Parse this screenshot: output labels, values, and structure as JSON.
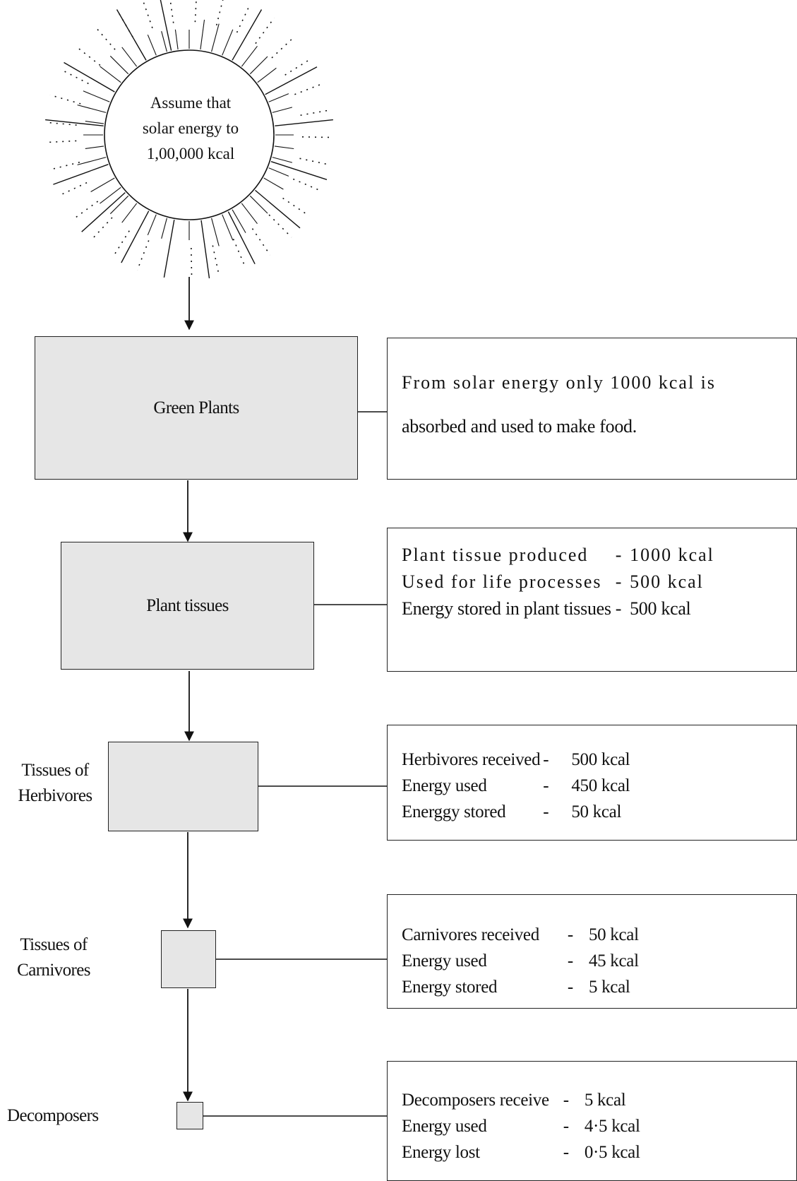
{
  "sun": {
    "lines": [
      "Assume that",
      "solar energy to",
      "1,00,000 kcal"
    ]
  },
  "nodes": {
    "green_plants": "Green Plants",
    "plant_tissues": "Plant tissues",
    "herbivores": [
      "Tissues of",
      "Herbivores"
    ],
    "carnivores": [
      "Tissues of",
      "Carnivores"
    ],
    "decomposers": "Decomposers"
  },
  "info": {
    "green_plants": [
      "From solar energy only 1000 kcal is",
      "absorbed and used to make food."
    ],
    "plant_tissues": [
      {
        "label": "Plant tissue produced",
        "value": "1000 kcal"
      },
      {
        "label": "Used for life processes",
        "value": "500 kcal"
      },
      {
        "label": "Energy stored in plant tissues",
        "value": "500 kcal"
      }
    ],
    "herbivores": [
      {
        "label": "Herbivores received",
        "value": "500 kcal"
      },
      {
        "label": "Energy used",
        "value": "450 kcal"
      },
      {
        "label": "Energgy stored",
        "value": "50 kcal"
      }
    ],
    "carnivores": [
      {
        "label": "Carnivores received",
        "value": "50 kcal"
      },
      {
        "label": "Energy used",
        "value": "45 kcal"
      },
      {
        "label": "Energy stored",
        "value": "5 kcal"
      }
    ],
    "decomposers": [
      {
        "label": "Decomposers receive",
        "value": "5 kcal"
      },
      {
        "label": "Energy used",
        "value": "4·5 kcal"
      },
      {
        "label": "Energy lost",
        "value": "0·5 kcal"
      }
    ],
    "dash": "-"
  }
}
